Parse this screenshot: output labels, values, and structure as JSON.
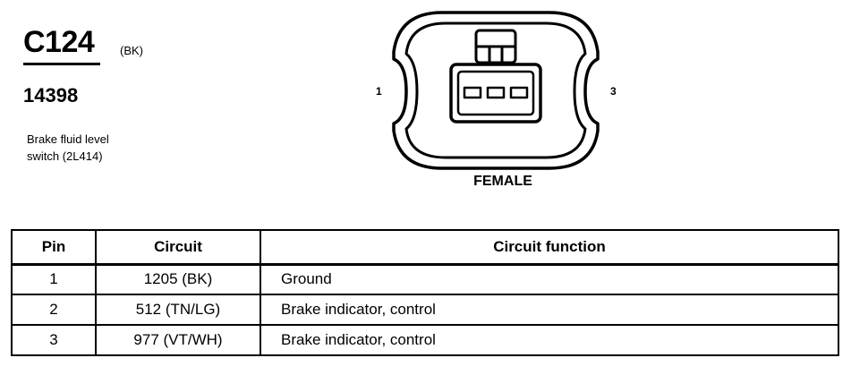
{
  "connector": {
    "id": "C124",
    "color_code": "(BK)",
    "part_number": "14398",
    "description_line1": "Brake fluid level",
    "description_line2": "switch (2L414)",
    "gender": "FEMALE",
    "pin_left_label": "1",
    "pin_right_label": "3"
  },
  "table": {
    "headers": {
      "pin": "Pin",
      "circuit": "Circuit",
      "function": "Circuit function"
    },
    "rows": [
      {
        "pin": "1",
        "circuit": "1205 (BK)",
        "function": "Ground"
      },
      {
        "pin": "2",
        "circuit": "512 (TN/LG)",
        "function": "Brake indicator, control"
      },
      {
        "pin": "3",
        "circuit": "977 (VT/WH)",
        "function": "Brake indicator, control"
      }
    ]
  },
  "colors": {
    "line": "#000000",
    "background": "#ffffff"
  }
}
